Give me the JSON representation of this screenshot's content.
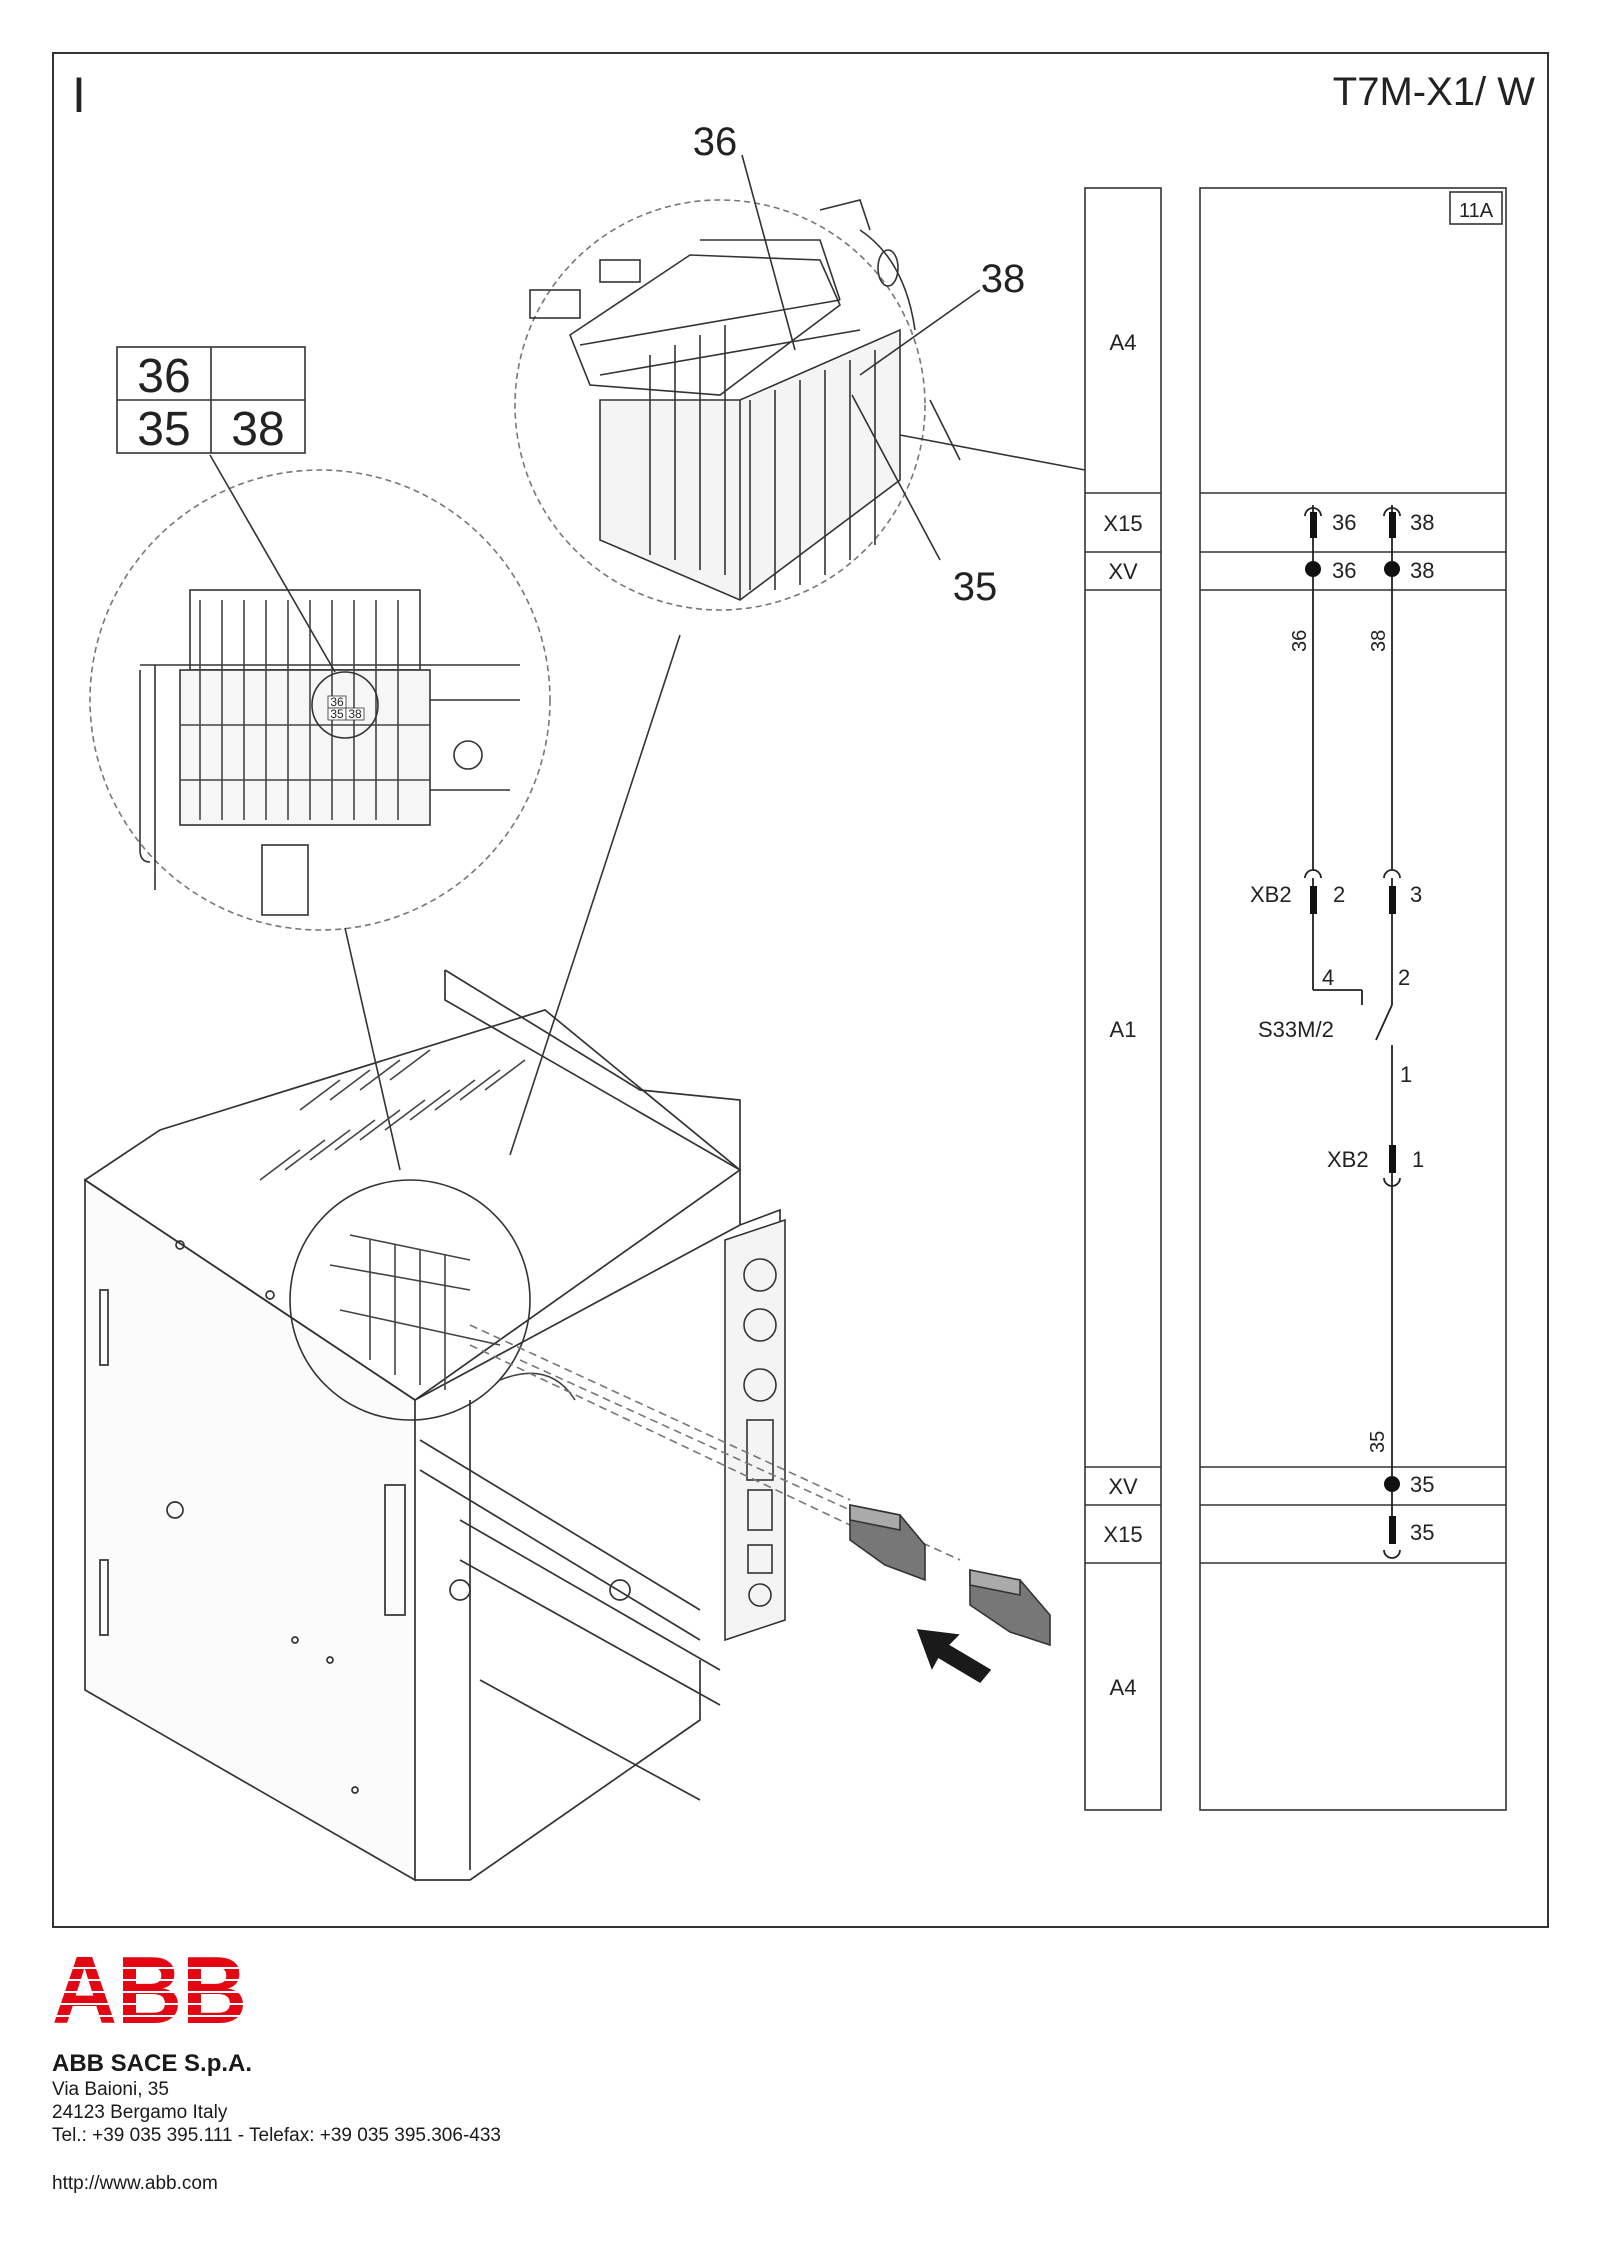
{
  "sheet": {
    "mark": "I",
    "code": "T7M-X1/ W",
    "box_ref": "11A"
  },
  "callouts": {
    "c36": "36",
    "c38": "38",
    "c35": "35"
  },
  "terminal_table": {
    "r1c1": "36",
    "r1c2": "",
    "r2c1": "35",
    "r2c2": "38"
  },
  "mini_labels": [
    "36",
    "35",
    "38"
  ],
  "zones": {
    "a4_top": "A4",
    "x15_top": "X15",
    "xv_top": "XV",
    "a1": "A1",
    "xv_bot": "XV",
    "x15_bot": "X15",
    "a4_bot": "A4"
  },
  "schematic": {
    "x15_36": "36",
    "x15_38": "38",
    "xv_36": "36",
    "xv_38": "38",
    "wire_36": "36",
    "wire_38": "38",
    "xb2_top": "XB2",
    "xb2_2": "2",
    "xb2_3": "3",
    "pin_4": "4",
    "pin_2": "2",
    "switch": "S33M/2",
    "pin_1": "1",
    "xb2_bot": "XB2",
    "xb2_1": "1",
    "wire_35": "35",
    "xv_35": "35",
    "x15_35": "35"
  },
  "brand": {
    "logo": "ABB",
    "color": "#e30613"
  },
  "company": {
    "name": "ABB SACE S.p.A.",
    "street": "Via Baioni, 35",
    "city": "24123 Bergamo Italy",
    "phone": "Tel.: +39 035 395.111 - Telefax: +39 035 395.306-433",
    "url": "http://www.abb.com"
  }
}
